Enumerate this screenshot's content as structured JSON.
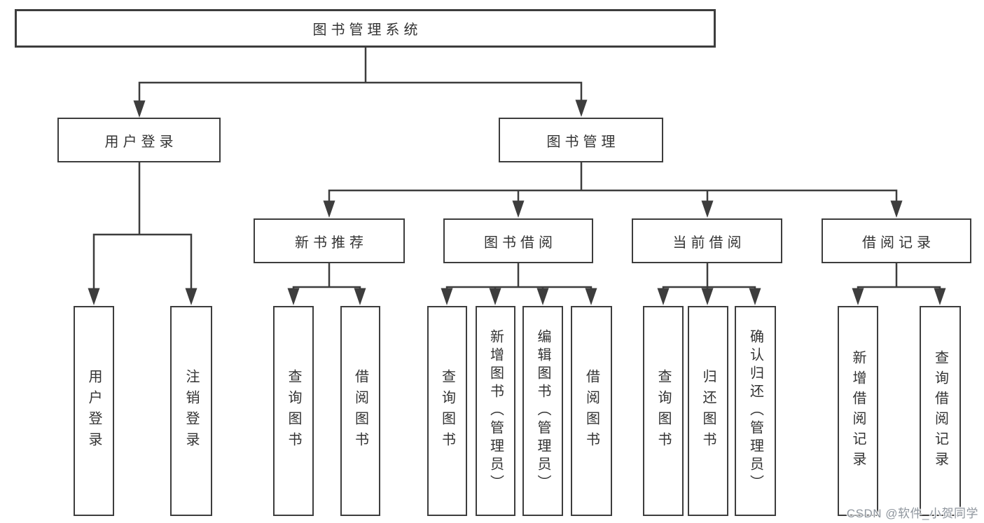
{
  "colors": {
    "line": "#3d3d3d",
    "text": "#333333",
    "background": "#ffffff",
    "watermark_text": "#8f969e"
  },
  "tree": {
    "root": {
      "label": "图书管理系统"
    },
    "branches": [
      {
        "label": "用户登录",
        "children": [
          {
            "label": "用户登录"
          },
          {
            "label": "注销登录"
          }
        ]
      },
      {
        "label": "图书管理",
        "children": [
          {
            "label": "新书推荐",
            "children": [
              {
                "label": "查询图书"
              },
              {
                "label": "借阅图书"
              }
            ]
          },
          {
            "label": "图书借阅",
            "children": [
              {
                "label": "查询图书"
              },
              {
                "label": "新增图书（管理员）"
              },
              {
                "label": "编辑图书（管理员）"
              },
              {
                "label": "借阅图书"
              }
            ]
          },
          {
            "label": "当前借阅",
            "children": [
              {
                "label": "查询图书"
              },
              {
                "label": "归还图书"
              },
              {
                "label": "确认归还（管理员）"
              }
            ]
          },
          {
            "label": "借阅记录",
            "children": [
              {
                "label": "新增借阅记录"
              },
              {
                "label": "查询借阅记录"
              }
            ]
          }
        ]
      }
    ]
  },
  "watermark": "CSDN @软件_小贺同学"
}
